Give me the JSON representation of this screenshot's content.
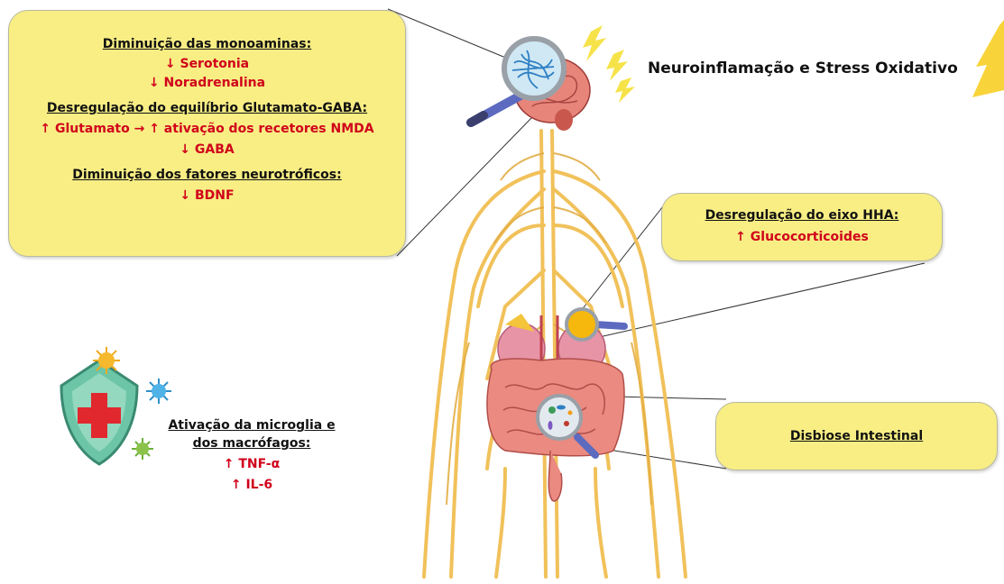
{
  "title": "Neuroinflamação e Stress Oxidativo",
  "brain_box": {
    "h1": "Diminuição das monoaminas:",
    "l1": "↓ Serotonia",
    "l2": "↓ Noradrenalina",
    "h2": "Desregulação do equilíbrio Glutamato-GABA:",
    "l3": "↑ Glutamato → ↑ ativação dos recetores NMDA",
    "l4": "↓ GABA",
    "h3": "Diminuição dos fatores neurotróficos:",
    "l5": "↓ BDNF"
  },
  "hha_box": {
    "h": "Desregulação do eixo HHA:",
    "l": "↑ Glucocorticoides"
  },
  "gut_box": {
    "h": "Disbiose Intestinal"
  },
  "immune": {
    "h1": "Ativação da microglia e",
    "h2": "dos macrófagos:",
    "l1": "↑ TNF-α",
    "l2": "↑ IL-6"
  },
  "colors": {
    "box_fill": "#f8ee84",
    "accent_red": "#d0021b",
    "nerve": "#f1c15a",
    "shield": "#6cc5a6"
  }
}
